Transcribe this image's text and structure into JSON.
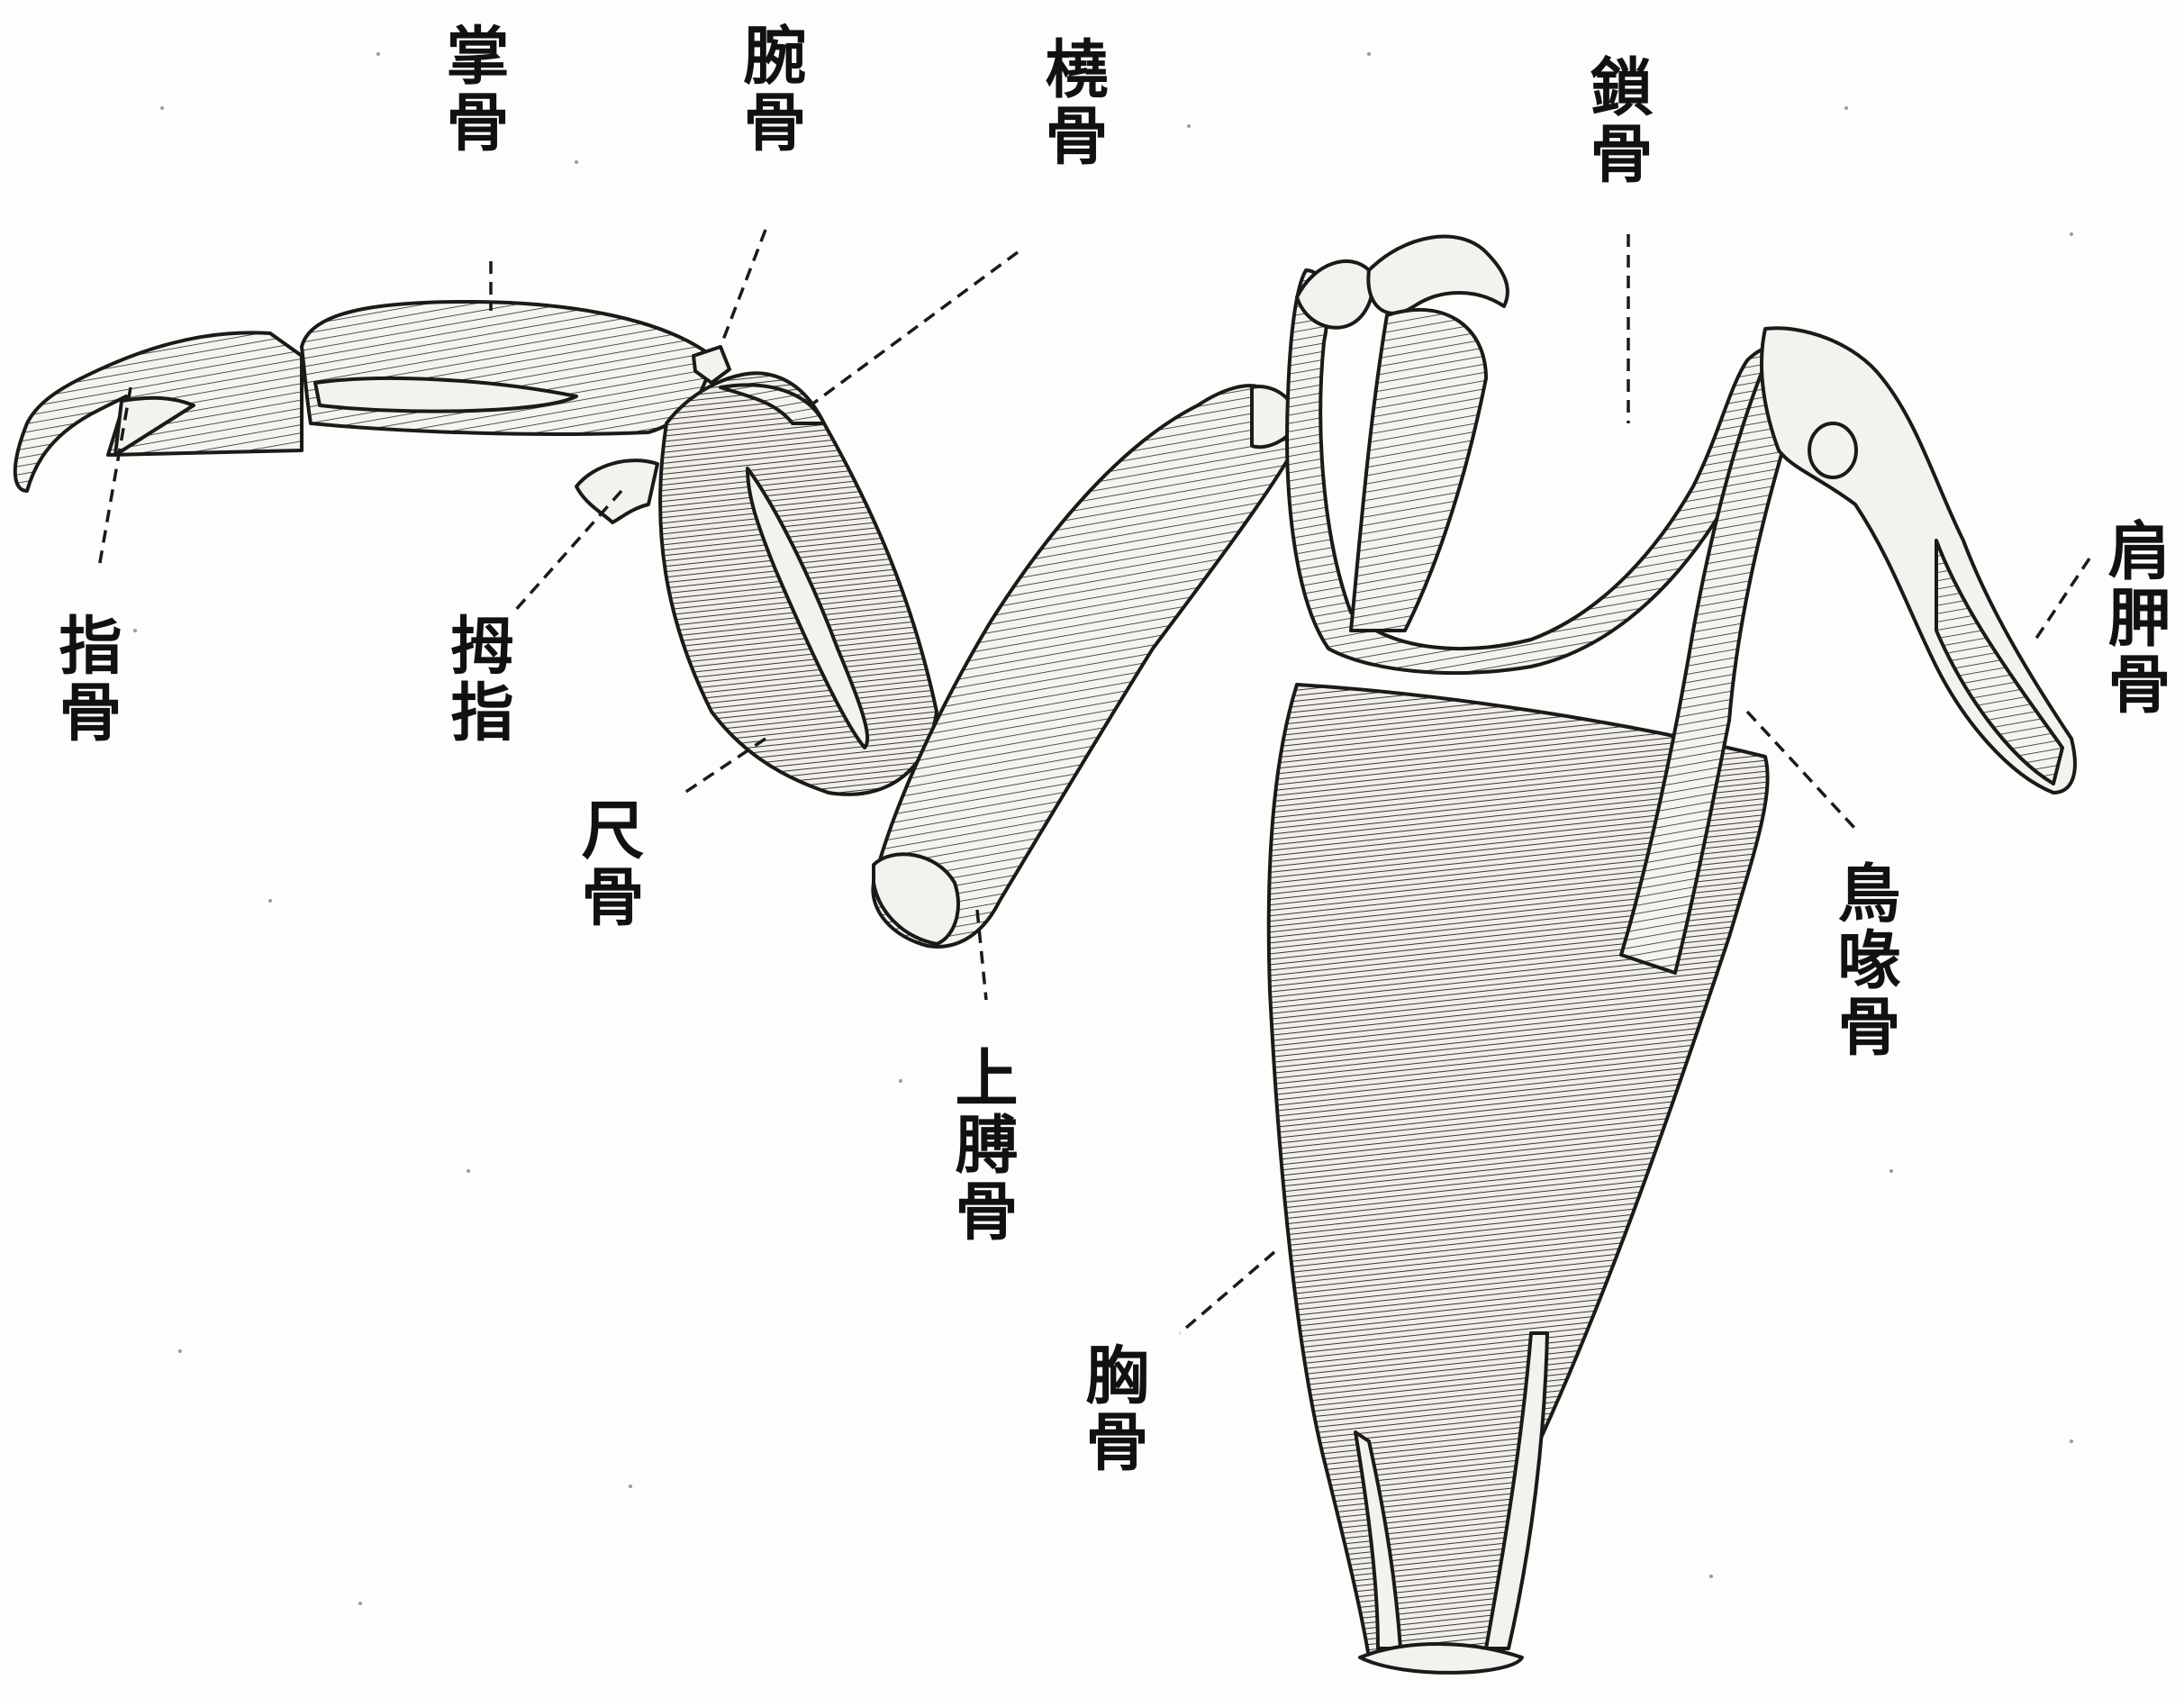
{
  "labels": {
    "metacarpal": "掌骨",
    "carpal": "腕骨",
    "radius": "橈骨",
    "clavicle": "鎖骨",
    "scapula": "肩胛骨",
    "phalanx": "指骨",
    "thumb": "拇指",
    "ulna": "尺骨",
    "humerus": "上膊骨",
    "coracoid": "鳥喙骨",
    "sternum": "胸骨"
  },
  "colors": {
    "ink": "#1a1a1a",
    "paper": "#fdfdfb"
  }
}
